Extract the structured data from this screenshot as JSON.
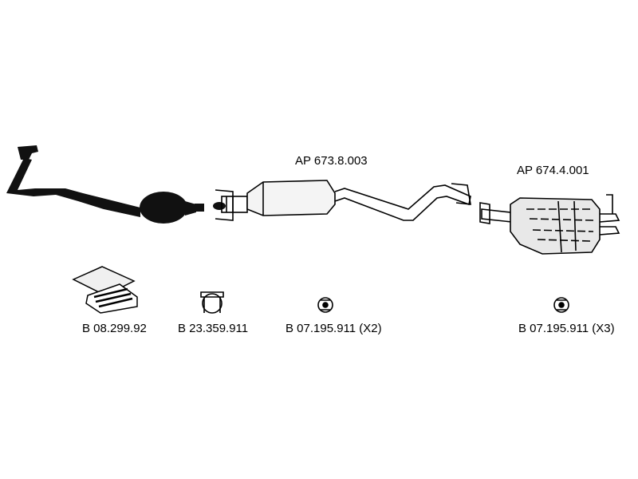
{
  "diagram": {
    "parts": [
      {
        "code": "AP 673.8.003"
      },
      {
        "code": "AP 674.4.001"
      }
    ],
    "accessories": [
      {
        "code": "B 08.299.92"
      },
      {
        "code": "B 23.359.911"
      },
      {
        "code": "B 07.195.911 (X2)"
      },
      {
        "code": "B 07.195.911 (X3)"
      }
    ]
  },
  "colors": {
    "line": "#000000",
    "background": "#ffffff",
    "fill_light": "#e8e8e8",
    "fill_dark": "#111111"
  }
}
